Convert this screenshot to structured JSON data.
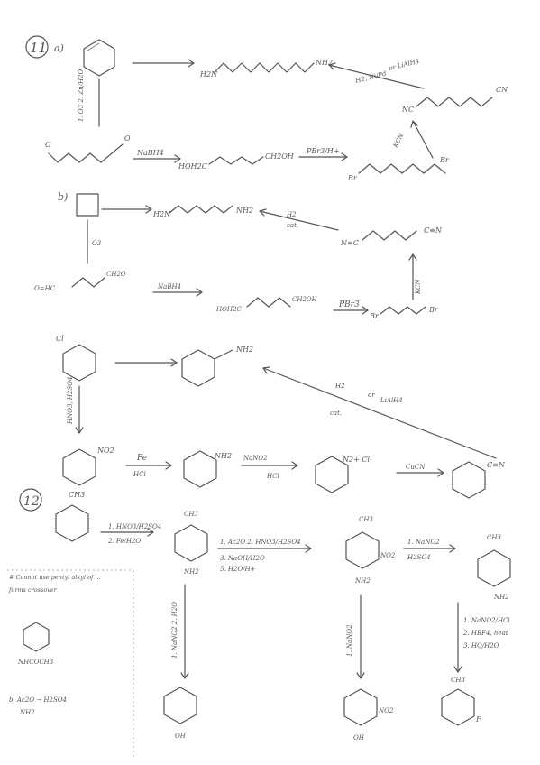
{
  "problem_11": {
    "number": "11",
    "part_a": {
      "letter": "a)",
      "product_top": "H2N",
      "product_top_end": "NH2",
      "nitrile": "NC",
      "nitrile_end": "CN",
      "reagent_h2": "H2, Ni/Pd",
      "reagent_lialh4": "or LiAlH4",
      "reagent_kcn": "KCN",
      "reagent_ozone": "1. O3  2. Zn/H2O",
      "dialdehyde_left": "O",
      "dialdehyde_right": "O",
      "nabh4": "NaBH4",
      "diol_left": "HOH2C",
      "diol_right": "CH2OH",
      "pbr3": "PBr3/H+",
      "dibromide_left": "Br",
      "dibromide_right": "Br"
    },
    "part_b": {
      "letter": "b)",
      "diamine": "H2N",
      "diamine_end": "NH2",
      "reagent_h2": "H2",
      "reagent_cat": "cat.",
      "nitrile_left": "N≡C",
      "nitrile_right": "C≡N",
      "reagent_o3": "O3",
      "dialdehyde": "O=HC",
      "dialdehyde_end": "CH2O",
      "nabh4": "NaBH4",
      "diol_left": "HOH2C",
      "diol_right": "CH2OH",
      "pbr3": "PBr3",
      "dibromide_left": "Br",
      "dibromide_right": "Br",
      "kcn": "KCN"
    },
    "part_c": {
      "substituent": "Cl",
      "amine": "NH2",
      "reagent_h2": "H2",
      "reagent_or": "or",
      "reagent_lialh4": "LiAlH4",
      "reagent_cat": "cat.",
      "nitration": "HNO3, H2SO4",
      "nitro": "NO2",
      "fe": "Fe",
      "hcl": "HCl",
      "aniline": "NH2",
      "diazotization": "NaNO2",
      "diaz_acid": "HCl",
      "diazonium": "N2+ Cl-",
      "cucn": "CuCN",
      "nitrile": "C≡N"
    }
  },
  "problem_12": {
    "number": "12",
    "toluene": "CH3",
    "step1_a": "1. HNO3/H2SO4",
    "step1_b": "2. Fe/H2O",
    "amine_top": "CH3",
    "amine_bottom": "NH2",
    "step2_a": "1. Ac2O  2. HNO3/H2SO4",
    "step2_b": "3. NaOH/H2O",
    "step2_c": "5. H2O/H+",
    "intermediate_top": "CH3",
    "intermediate_nitro": "NO2",
    "intermediate_amine": "NH2",
    "step3_a": "1. NaNO2",
    "step3_b": "H2SO4",
    "product_top": "CH3",
    "product_bottom": "NH2",
    "step4_a": "1. NaNO2/HCl",
    "step4_b": "2. HBF4, heat",
    "step4_c": "3. HO/H2O",
    "fluoro_top": "CH3",
    "fluoro_bottom": "F",
    "side_vertical_1": "1. NaNO2 2. H2O",
    "side_vertical_2": "1. NaNO2",
    "side_product_bottom": "OH",
    "side_product2_nitro": "NO2",
    "side_product2_bottom": "OH",
    "note_1": "# Cannot use pentyl alkyl of ...",
    "note_1b": "forms crossover",
    "note_2": "NHCOCH3",
    "note_3": "b. Ac2O  →  H2SO4",
    "note_3b": "NH2"
  }
}
